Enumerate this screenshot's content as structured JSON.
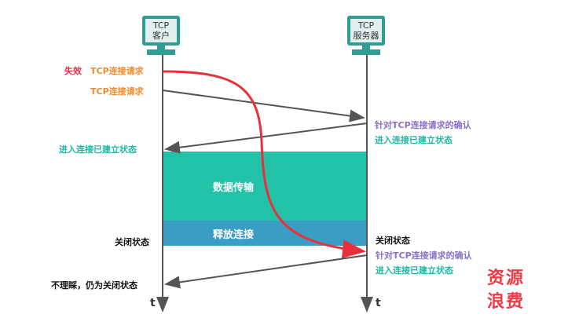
{
  "client": {
    "line1": "TCP",
    "line2": "客户"
  },
  "server": {
    "line1": "TCP",
    "line2": "服务器"
  },
  "labels": {
    "invalid": "失效",
    "req1": "TCP连接请求",
    "req2": "TCP连接请求",
    "ack1": "针对TCP连接请求的确认",
    "est1_server": "进入连接已建立状态",
    "est_client": "进入连接已建立状态",
    "data_transfer": "数据传输",
    "release": "释放连接",
    "closed_client": "关闭状态",
    "closed_server": "关闭状态",
    "ack2": "针对TCP连接请求的确认",
    "est2_server": "进入连接已建立状态",
    "ignore": "不理睬，仍为关闭状态",
    "waste_1": "资源",
    "waste_2": "浪费",
    "t_client": "t",
    "t_server": "t"
  },
  "colors": {
    "teal": "#2f9d93",
    "data_block": "#21c2a8",
    "release_block": "#3a9ec4",
    "red": "#e8303a",
    "orange": "#f08c2b",
    "purple": "#8872c8",
    "arrow": "#555555"
  }
}
